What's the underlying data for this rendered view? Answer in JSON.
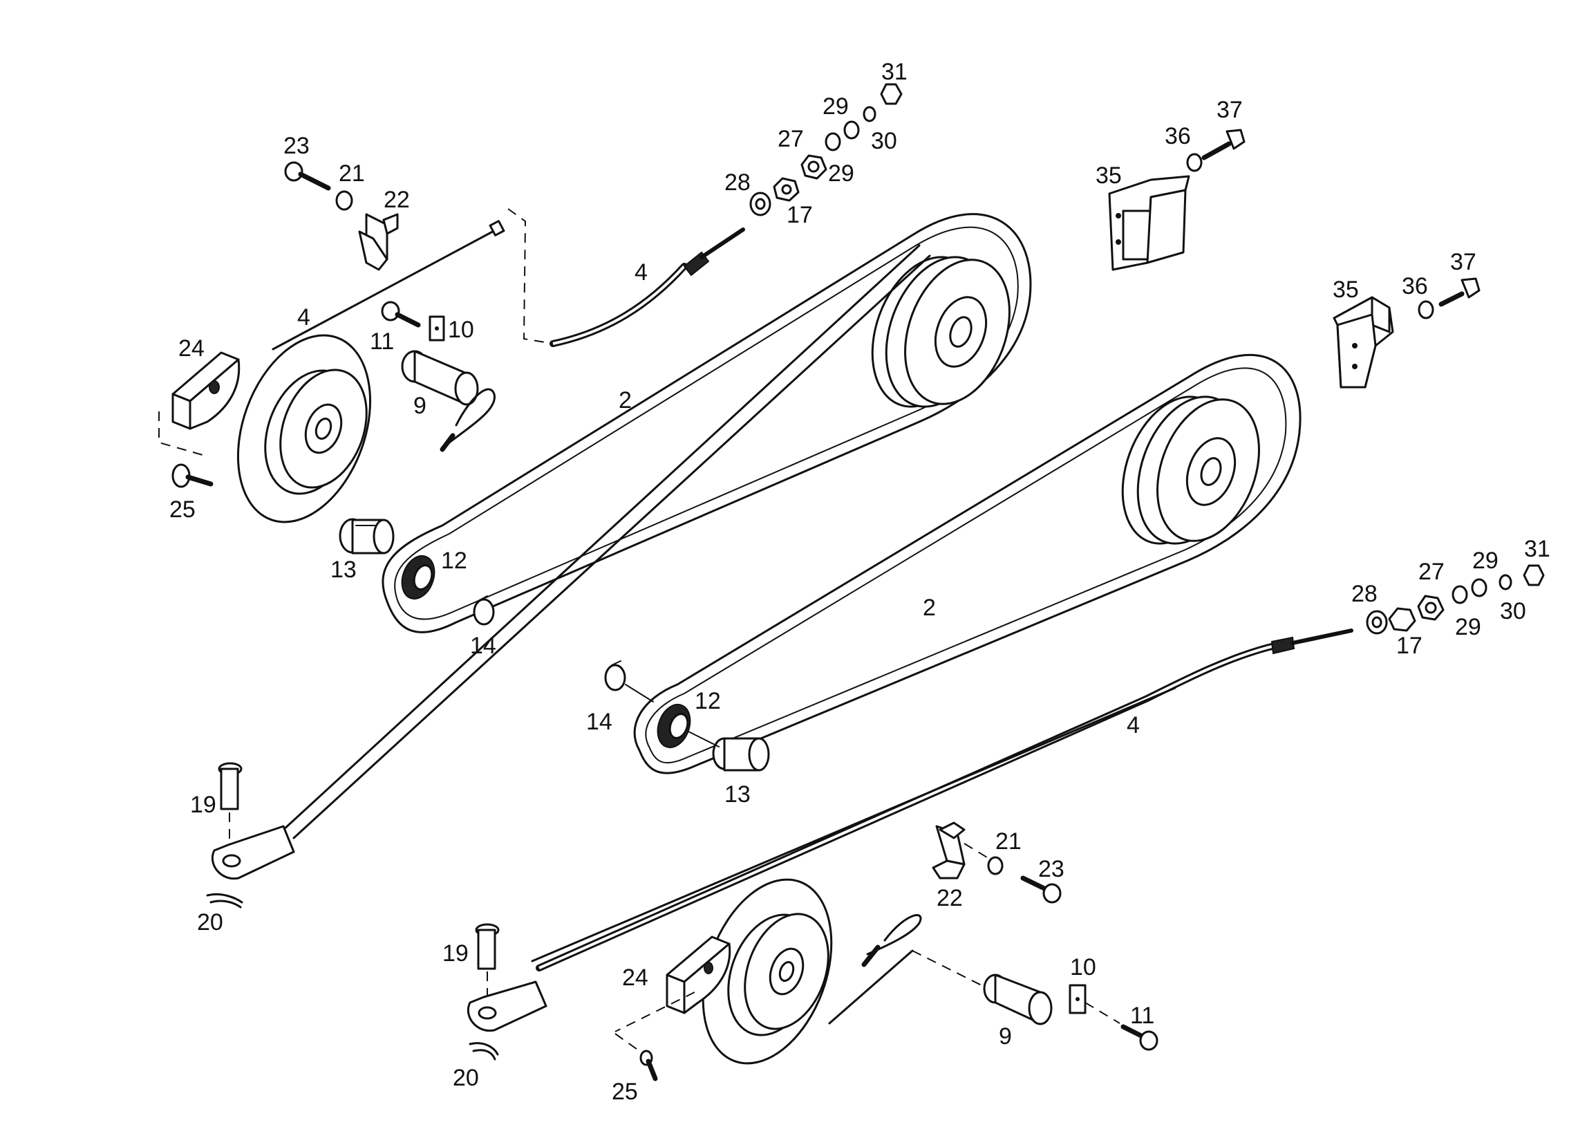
{
  "labels": {
    "l_23a": "23",
    "l_21a": "21",
    "l_22a": "22",
    "l_4a": "4",
    "l_11a": "11",
    "l_10a": "10",
    "l_24a": "24",
    "l_9a": "9",
    "l_25a": "25",
    "l_13a": "13",
    "l_12a": "12",
    "l_14a": "14",
    "l_2a": "2",
    "l_4b": "4",
    "l_28a": "28",
    "l_17a": "17",
    "l_27a": "27",
    "l_29a": "29",
    "l_29b": "29",
    "l_30a": "30",
    "l_31a": "31",
    "l_35a": "35",
    "l_36a": "36",
    "l_37a": "37",
    "l_35b": "35",
    "l_36b": "36",
    "l_37b": "37",
    "l_2b": "2",
    "l_14b": "14",
    "l_12b": "12",
    "l_13b": "13",
    "l_19a": "19",
    "l_20a": "20",
    "l_28b": "28",
    "l_17b": "17",
    "l_27b": "27",
    "l_29c": "29",
    "l_29d": "29",
    "l_30b": "30",
    "l_31b": "31",
    "l_4c": "4",
    "l_21b": "21",
    "l_23b": "23",
    "l_22b": "22",
    "l_19b": "19",
    "l_20b": "20",
    "l_24b": "24",
    "l_25b": "25",
    "l_10b": "10",
    "l_9b": "9",
    "l_11b": "11"
  }
}
